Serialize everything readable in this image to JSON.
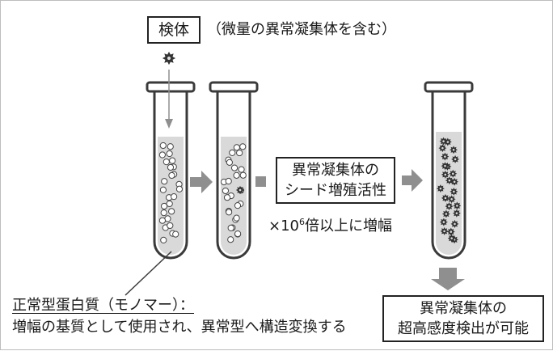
{
  "sample": {
    "label": "検体",
    "note": "（微量の異常凝集体を含む）"
  },
  "middle": {
    "process_line1": "異常凝集体の",
    "process_line2": "シード増殖活性",
    "amp_prefix": "×10",
    "amp_exponent": "6",
    "amp_suffix": "倍以上に増幅"
  },
  "result": {
    "line1": "異常凝集体の",
    "line2": "超高感度検出が可能"
  },
  "monomer": {
    "title": "正常型蛋白質（モノマー）：",
    "description": "増幅の基質として使用され、異常型へ構造変換する"
  },
  "colors": {
    "tube_outline": "#3a3a3a",
    "tube_fill": "#d9d9d9",
    "arrow_gray": "#8f8f8f",
    "aggregate": "#333333"
  }
}
